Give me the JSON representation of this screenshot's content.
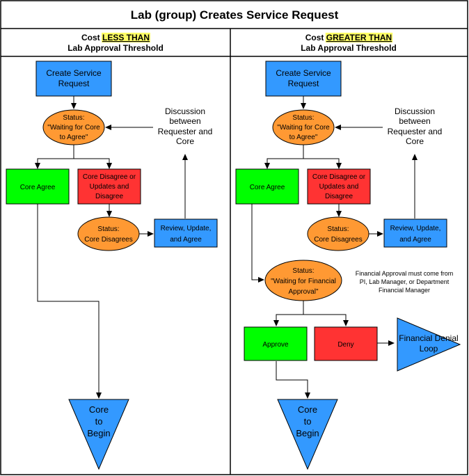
{
  "title": "Lab (group) Creates Service Request",
  "left": {
    "header_prefix": "Cost ",
    "header_highlight": "LESS THAN",
    "header_line2": "Lab Approval Threshold",
    "create_l1": "Create Service",
    "create_l2": "Request",
    "waiting_l1": "Status:",
    "waiting_l2": "\"Waiting for Core",
    "waiting_l3": "to Agree\"",
    "discussion_l1": "Discussion",
    "discussion_l2": "between",
    "discussion_l3": "Requester and",
    "discussion_l4": "Core",
    "agree": "Core Agree",
    "disagree_l1": "Core Disagree or",
    "disagree_l2": "Updates and",
    "disagree_l3": "Disagree",
    "disagrees_l1": "Status:",
    "disagrees_l2": "Core Disagrees",
    "review_l1": "Review, Update,",
    "review_l2": "and Agree",
    "begin_l1": "Core",
    "begin_l2": "to",
    "begin_l3": "Begin"
  },
  "right": {
    "header_prefix": "Cost ",
    "header_highlight": "GREATER THAN",
    "header_line2": "Lab Approval Threshold",
    "create_l1": "Create Service",
    "create_l2": "Request",
    "waiting_l1": "Status:",
    "waiting_l2": "\"Waiting for Core",
    "waiting_l3": "to Agree\"",
    "discussion_l1": "Discussion",
    "discussion_l2": "between",
    "discussion_l3": "Requester and",
    "discussion_l4": "Core",
    "agree": "Core Agree",
    "disagree_l1": "Core Disagree or",
    "disagree_l2": "Updates and",
    "disagree_l3": "Disagree",
    "disagrees_l1": "Status:",
    "disagrees_l2": "Core Disagrees",
    "review_l1": "Review, Update,",
    "review_l2": "and Agree",
    "fin_l1": "Status:",
    "fin_l2": "\"Waiting for Financial",
    "fin_l3": "Approval\"",
    "fin_note_l1": "Financial Approval must come from",
    "fin_note_l2": "PI, Lab Manager, or Department",
    "fin_note_l3": "Financial Manager",
    "approve": "Approve",
    "deny": "Deny",
    "denial_l1": "Financial Denial",
    "denial_l2": "Loop",
    "begin_l1": "Core",
    "begin_l2": "to",
    "begin_l3": "Begin"
  },
  "colors": {
    "blue": "#3399ff",
    "orange": "#ff9933",
    "green": "#00ff00",
    "red": "#ff3333",
    "highlight": "#ffff66"
  }
}
